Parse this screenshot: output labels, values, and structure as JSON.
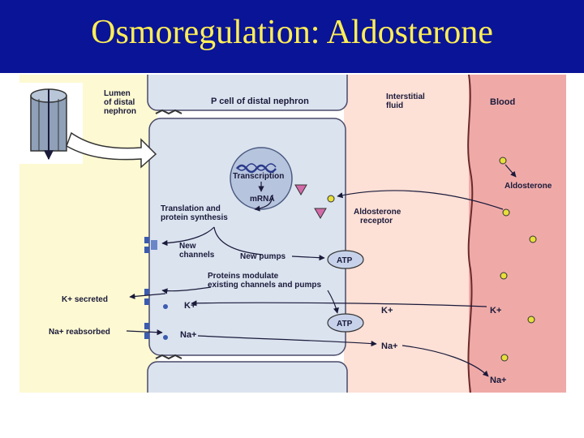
{
  "title": "Osmoregulation: Aldosterone",
  "labels": {
    "lumen": [
      "Lumen",
      "of distal",
      "nephron"
    ],
    "p_cell": "P cell of distal nephron",
    "interstitial": [
      "Interstitial",
      "fluid"
    ],
    "blood": "Blood",
    "transcription": "Transcription",
    "mrna": "mRNA",
    "translation": [
      "Translation and",
      "protein synthesis"
    ],
    "aldosterone": "Aldosterone",
    "aldosterone_receptor": [
      "Aldosterone",
      "receptor"
    ],
    "new_channels": [
      "New",
      "channels"
    ],
    "new_pumps": "New pumps",
    "atp_top": "ATP",
    "atp_bottom": "ATP",
    "proteins_modulate": [
      "Proteins modulate",
      "existing channels and pumps"
    ],
    "k_secreted": "K+ secreted",
    "na_reabsorbed": "Na+ reabsorbed",
    "k_cell": "K+",
    "na_cell": "Na+",
    "k_interstitial": "K+",
    "na_interstitial": "Na+",
    "k_blood": "K+",
    "na_blood": "Na+"
  },
  "colors": {
    "title_bg": "#0a1496",
    "title_text": "#ffee55",
    "lumen": "#fdf9d2",
    "cell": "#dbe3ef",
    "interstitial": "#fde0d6",
    "blood": "#efaaa8",
    "aldosterone_dot": "#e7df3a",
    "receptor": "#d36aa8",
    "channel": "#3a5bb0"
  }
}
